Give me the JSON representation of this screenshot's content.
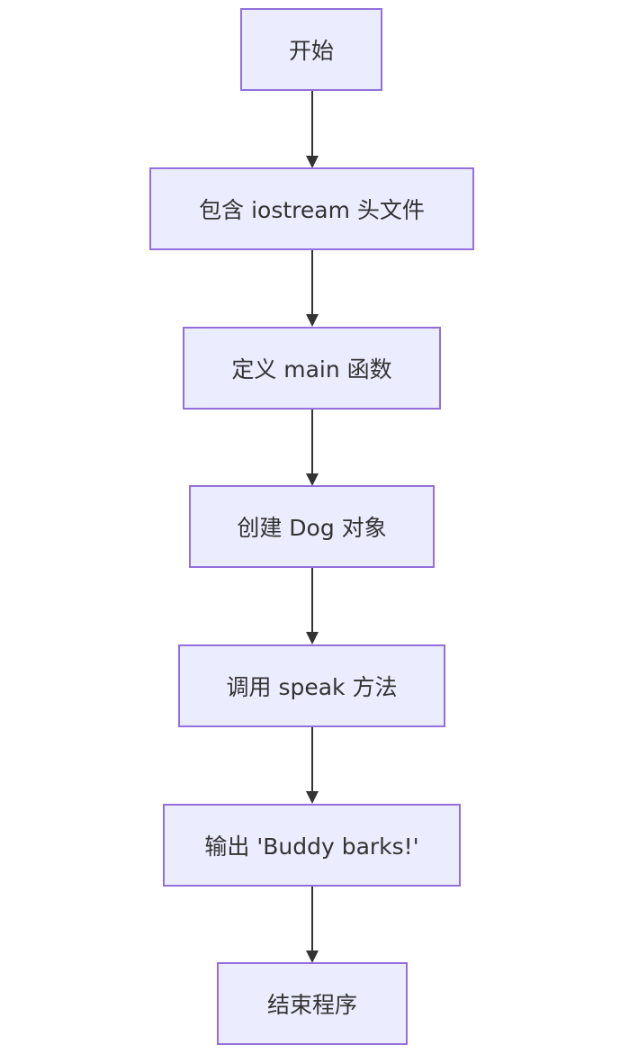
{
  "diagram": {
    "colors": {
      "node_fill": "#ececff",
      "node_border": "#9370db",
      "edge": "#333333",
      "text": "#333333"
    },
    "nodes": [
      {
        "id": "start",
        "label": "开始"
      },
      {
        "id": "include",
        "label": "包含 iostream 头文件"
      },
      {
        "id": "define-main",
        "label": "定义 main 函数"
      },
      {
        "id": "create-dog",
        "label": "创建 Dog 对象"
      },
      {
        "id": "call-speak",
        "label": "调用 speak 方法"
      },
      {
        "id": "output",
        "label": "输出 'Buddy barks!'"
      },
      {
        "id": "end",
        "label": "结束程序"
      }
    ],
    "edges": [
      {
        "from": "start",
        "to": "include"
      },
      {
        "from": "include",
        "to": "define-main"
      },
      {
        "from": "define-main",
        "to": "create-dog"
      },
      {
        "from": "create-dog",
        "to": "call-speak"
      },
      {
        "from": "call-speak",
        "to": "output"
      },
      {
        "from": "output",
        "to": "end"
      }
    ]
  }
}
